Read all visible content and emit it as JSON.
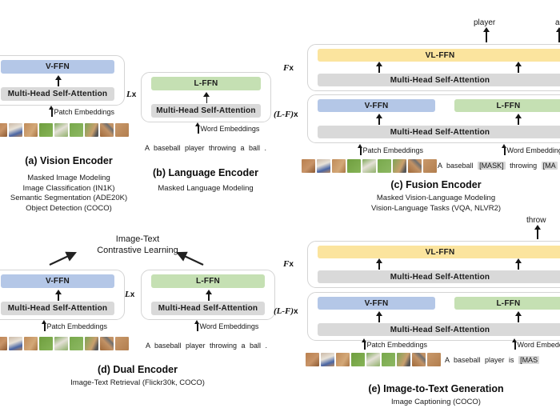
{
  "figure": {
    "description": "Five transformer encoder configurations sharing V-FFN / L-FFN / VL-FFN experts over multi-head self-attention"
  },
  "colors": {
    "v_ffn": "#b4c7e7",
    "l_ffn": "#c5e0b3",
    "vl_ffn": "#fbe49e",
    "attention": "#d9d9d9",
    "mask_highlight": "#d8d8d8",
    "box_border": "#d4d4d4"
  },
  "labels": {
    "v_ffn": "V-FFN",
    "l_ffn": "L-FFN",
    "vl_ffn": "VL-FFN",
    "attn": "Multi-Head Self-Attention",
    "patch_emb": "Patch Embeddings",
    "word_emb": "Word Embeddings",
    "lx_letter": "L",
    "fx_letter": "F",
    "lfx_letter": "(L-F)",
    "x": "x"
  },
  "panels": {
    "a": {
      "title": "(a) Vision Encoder",
      "tasks": [
        "Masked Image Modeling",
        "Image Classification (IN1K)",
        "Semantic Segmentation (ADE20K)",
        "Object Detection (COCO)"
      ]
    },
    "b": {
      "title": "(b) Language Encoder",
      "tasks": [
        "Masked Language Modeling"
      ],
      "sentence": "A baseball player throwing a ball ."
    },
    "c": {
      "title": "(c) Fusion Encoder",
      "tasks": [
        "Masked Vision-Language Modeling",
        "Vision-Language Tasks (VQA, NLVR2)"
      ],
      "outputs": {
        "word1": "player",
        "word2": "a"
      },
      "sentence": {
        "part1": "A baseball",
        "mask1": "[MASK]",
        "part2": "throwing",
        "mask2": "[MA"
      }
    },
    "d": {
      "title": "(d) Dual Encoder",
      "tasks": [
        "Image-Text Retrieval (Flickr30k, COCO)"
      ],
      "objective_line1": "Image-Text",
      "objective_line2": "Contrastive Learning",
      "sentence": "A baseball player throwing a ball ."
    },
    "e": {
      "title": "(e) Image-to-Text Generation",
      "tasks": [
        "Image Captioning (COCO)"
      ],
      "outputs": {
        "word1": "throw"
      },
      "sentence": {
        "part1": "A baseball player is",
        "mask1": "[MAS"
      }
    }
  },
  "patches": [
    "linear-gradient(135deg,#b97f4e 0%,#c89468 55%,#8c5a33 100%)",
    "linear-gradient(160deg,#cbb9a6 0%,#e8e2d8 40%,#4a66a5 72%,#b98a60 100%)",
    "linear-gradient(120deg,#c08c5a 0%,#d3a878 60%,#a97544 100%)",
    "linear-gradient(135deg,#6f9e3f 0%,#86b457 100%)",
    "linear-gradient(150deg,#7fa95a 0%,#e4e0d6 45%,#8fb06a 100%)",
    "linear-gradient(135deg,#78a94c 0%,#8db863 100%)",
    "linear-gradient(115deg,#7da455 0%,#caa06e 60%,#585858 85%)",
    "linear-gradient(45deg,#a06a3a 0%,#c19266 50%,#6f6f6f 72%,#c19266 82%)",
    "linear-gradient(135deg,#c9996b 0%,#b27e4e 100%)"
  ]
}
